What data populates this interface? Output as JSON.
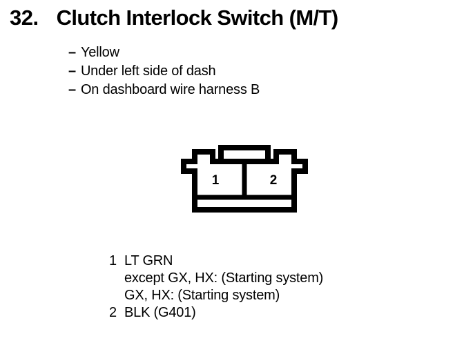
{
  "page": {
    "background_color": "#ffffff",
    "ink_color": "#000000"
  },
  "heading": {
    "number": "32.",
    "title": "Clutch Interlock Switch (M/T)"
  },
  "bullets": {
    "marker": "–",
    "items": [
      "Yellow",
      "Under left side of dash",
      "On dashboard wire harness B"
    ]
  },
  "connector": {
    "name": "2-pin connector outline",
    "cavity_labels": [
      "1",
      "2"
    ],
    "pin_count": 2
  },
  "legend": {
    "entries": [
      {
        "pin": "1",
        "wire": "LT GRN",
        "notes": [
          "except GX, HX: (Starting system)",
          "GX, HX: (Starting system)"
        ]
      },
      {
        "pin": "2",
        "wire": "BLK (G401)",
        "notes": []
      }
    ]
  }
}
